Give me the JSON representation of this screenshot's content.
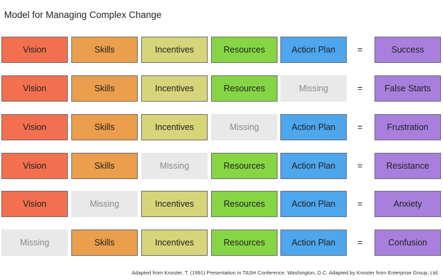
{
  "title": "Model for Managing Complex Change",
  "factors": [
    "Vision",
    "Skills",
    "Incentives",
    "Resources",
    "Action Plan"
  ],
  "missing_label": "Missing",
  "equals": "=",
  "colors": {
    "Vision": "#f2704f",
    "Skills": "#eb9e4b",
    "Incentives": "#d6d57a",
    "Resources": "#86d544",
    "Action Plan": "#4ea6ec",
    "outcome": "#a87fdc"
  },
  "rows": [
    {
      "missing": null,
      "outcome": "Success"
    },
    {
      "missing": "Action Plan",
      "outcome": "False Starts"
    },
    {
      "missing": "Resources",
      "outcome": "Frustration"
    },
    {
      "missing": "Incentives",
      "outcome": "Resistance"
    },
    {
      "missing": "Skills",
      "outcome": "Anxiety"
    },
    {
      "missing": "Vision",
      "outcome": "Confusion"
    }
  ],
  "caption": "Adapted from Knoster, T. (1991) Presentation in TASH Conference. Washington, D.C. Adapted by Knoster from Enterprise Group, Ltd."
}
